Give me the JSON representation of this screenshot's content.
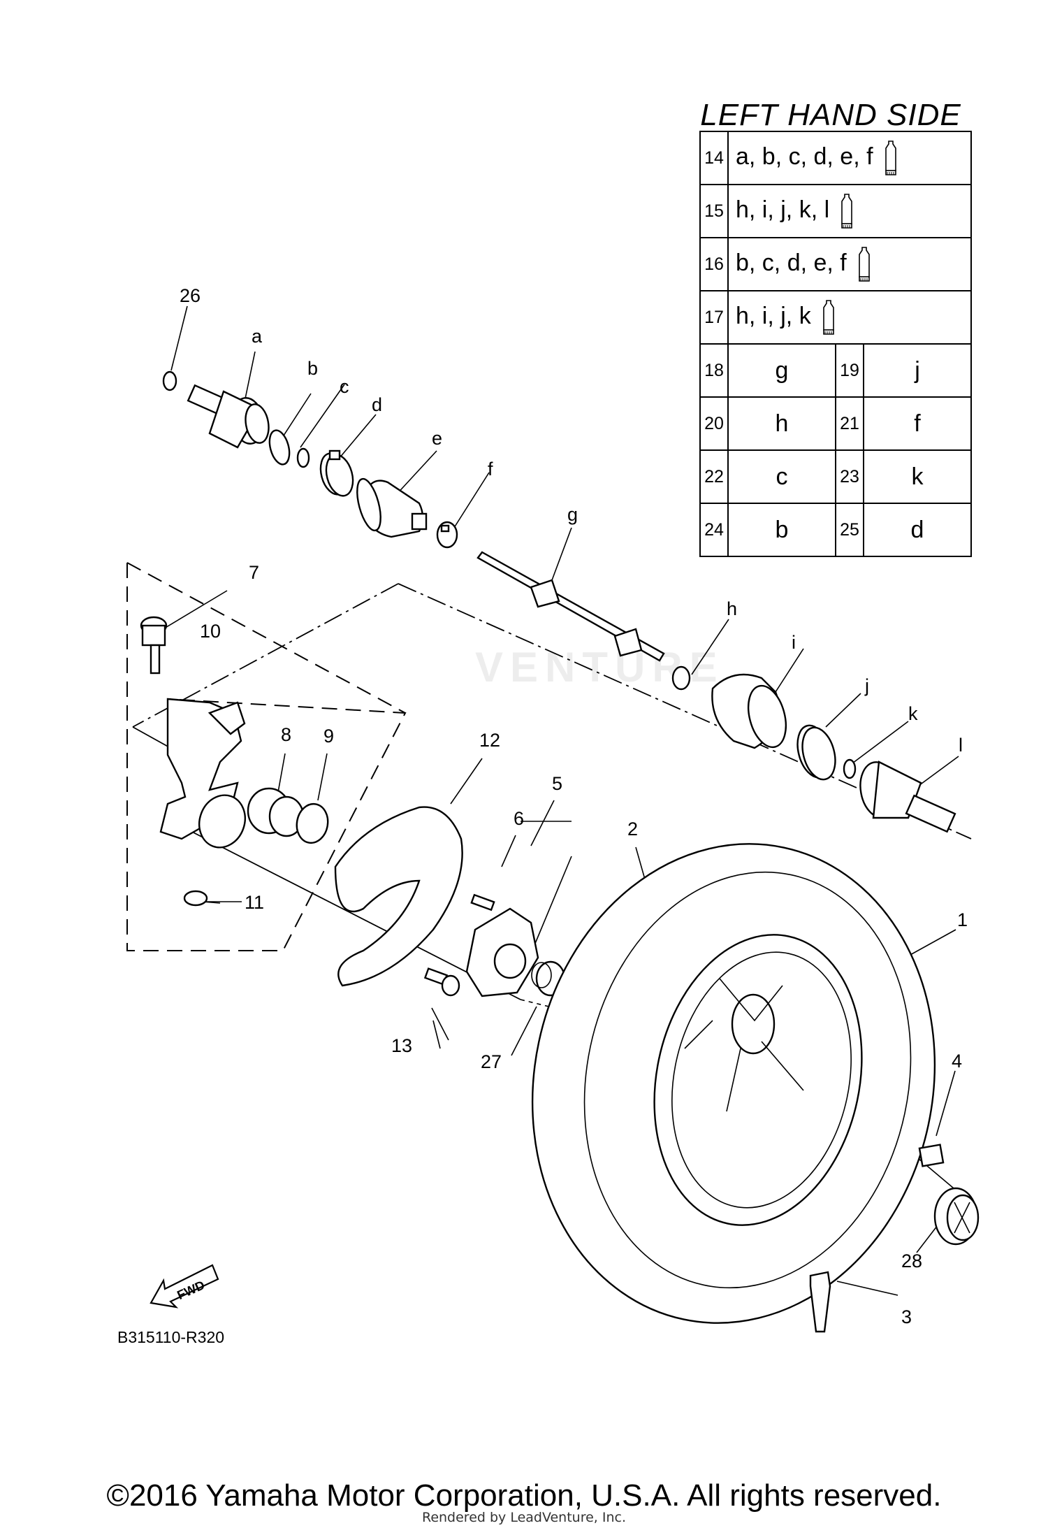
{
  "table": {
    "title": "LEFT HAND SIDE",
    "single_rows": [
      {
        "num": "14",
        "letters": "a, b, c, d, e, f",
        "icon": "grease-tube-icon"
      },
      {
        "num": "15",
        "letters": "h, i, j, k, l",
        "icon": "grease-tube-icon"
      },
      {
        "num": "16",
        "letters": "b, c, d, e, f",
        "icon": "grease-tube-icon"
      },
      {
        "num": "17",
        "letters": "h, i, j, k",
        "icon": "grease-tube-icon"
      }
    ],
    "pair_rows": [
      {
        "num1": "18",
        "code1": "g",
        "num2": "19",
        "code2": "j"
      },
      {
        "num1": "20",
        "code1": "h",
        "num2": "21",
        "code2": "f"
      },
      {
        "num1": "22",
        "code1": "c",
        "num2": "23",
        "code2": "k"
      },
      {
        "num1": "24",
        "code1": "b",
        "num2": "25",
        "code2": "d"
      }
    ]
  },
  "callouts": {
    "n1": "1",
    "n2": "2",
    "n3": "3",
    "n4": "4",
    "n5": "5",
    "n6": "6",
    "n7": "7",
    "n8": "8",
    "n9": "9",
    "n10": "10",
    "n11": "11",
    "n12": "12",
    "n13": "13",
    "n26": "26",
    "n27": "27",
    "n28": "28",
    "a": "a",
    "b": "b",
    "c": "c",
    "d": "d",
    "e": "e",
    "f": "f",
    "g": "g",
    "h": "h",
    "i": "i",
    "j": "j",
    "k": "k",
    "l": "l"
  },
  "fwd_label": "FWD",
  "diagram_code": "B315110-R320",
  "watermark": "VENTURE",
  "copyright": "©2016 Yamaha Motor Corporation, U.S.A. All rights reserved.",
  "render_credit": "Rendered by LeadVenture, Inc."
}
